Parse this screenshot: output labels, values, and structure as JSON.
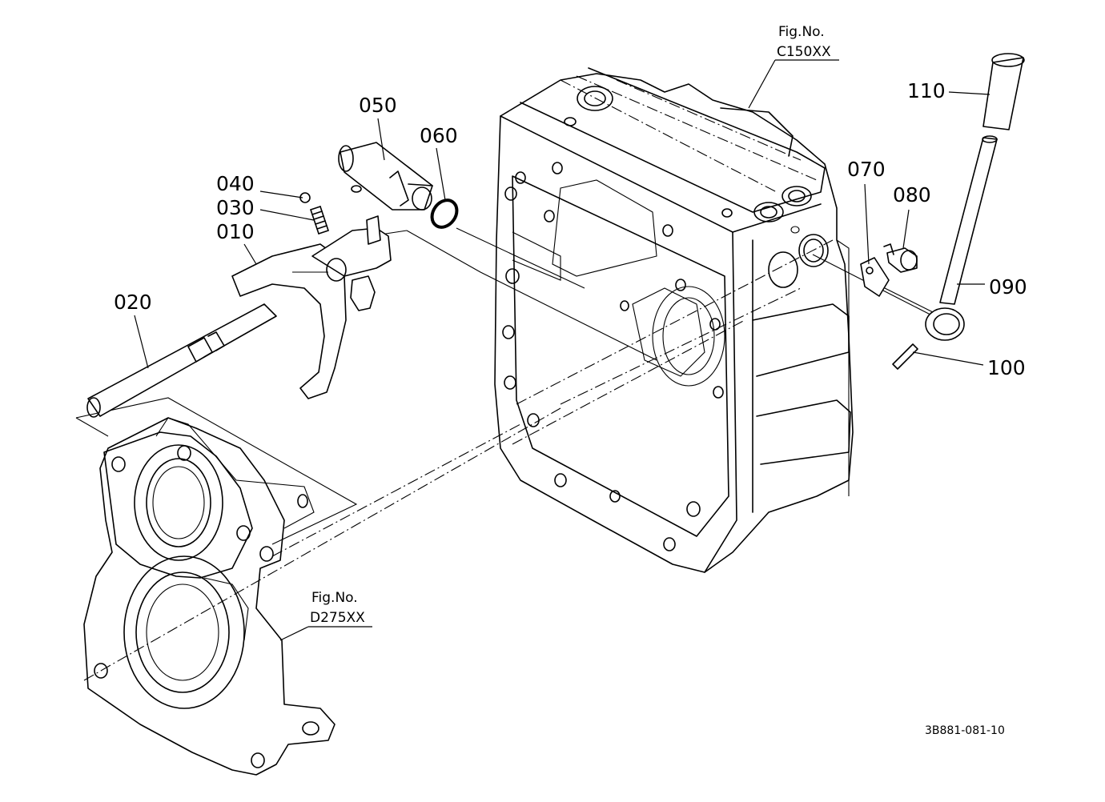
{
  "callouts": {
    "p010": "010",
    "p020": "020",
    "p030": "030",
    "p040": "040",
    "p050": "050",
    "p060": "060",
    "p070": "070",
    "p080": "080",
    "p090": "090",
    "p100": "100",
    "p110": "110"
  },
  "fig_refs": {
    "upper": {
      "label": "Fig.No.",
      "code": "C150XX"
    },
    "lower": {
      "label": "Fig.No.",
      "code": "D275XX"
    }
  },
  "drawing_number": "3B881-081-10"
}
